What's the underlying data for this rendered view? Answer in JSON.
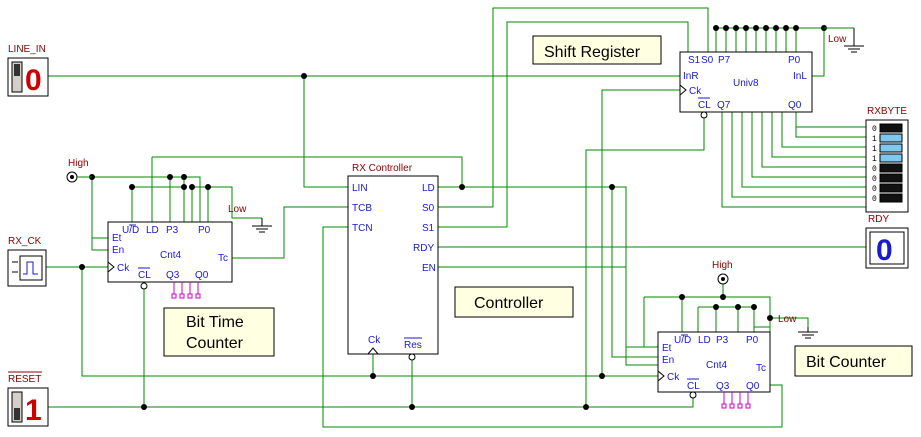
{
  "colors": {
    "wire": "#008800",
    "pin_label": "#1a1acc",
    "net_label": "#8b0000",
    "switch_digit": "#cc0000",
    "display_digit": "#1a1acc",
    "note_bg": "#ffffe1",
    "probe": "#cc00cc"
  },
  "inputs": {
    "line_in": {
      "label": "LINE_IN",
      "value": "0"
    },
    "rx_ck": {
      "label": "RX_CK"
    },
    "reset": {
      "label": "RESET",
      "value": "1"
    }
  },
  "notes": {
    "shift_register": "Shift Register",
    "controller": "Controller",
    "bit_time_counter_1": "Bit Time",
    "bit_time_counter_2": "Counter",
    "bit_counter": "Bit Counter"
  },
  "shift_register": {
    "name": "Univ8",
    "pins": {
      "s1": "S1",
      "s0": "S0",
      "p7": "P7",
      "p0_top": "P0",
      "inr": "InR",
      "inl": "InL",
      "ck": "Ck",
      "cl": "CL",
      "q7": "Q7",
      "q0": "Q0"
    }
  },
  "controller": {
    "title": "RX Controller",
    "pins": {
      "lin": "LIN",
      "tcb": "TCB",
      "tcn": "TCN",
      "ld": "LD",
      "s0": "S0",
      "s1": "S1",
      "rdy": "RDY",
      "en": "EN",
      "ck": "Ck",
      "res": "Res"
    }
  },
  "bit_time_counter": {
    "name": "Cnt4",
    "pins": {
      "ud": "U/D",
      "ld": "LD",
      "p3": "P3",
      "p0": "P0",
      "et": "Et",
      "en": "En",
      "ck": "Ck",
      "tc": "Tc",
      "cl": "CL",
      "q3": "Q3",
      "q0": "Q0"
    }
  },
  "bit_counter": {
    "name": "Cnt4",
    "pins": {
      "ud": "U/D",
      "ld": "LD",
      "p3": "P3",
      "p0": "P0",
      "et": "Et",
      "en": "En",
      "ck": "Ck",
      "tc": "Tc",
      "cl": "CL",
      "q3": "Q3",
      "q0": "Q0"
    }
  },
  "levels": {
    "high_1": "High",
    "high_2": "High",
    "low_1": "Low",
    "low_2": "Low",
    "low_3": "Low"
  },
  "outputs": {
    "rxbyte": {
      "label": "RXBYTE",
      "bits": [
        "0",
        "1",
        "1",
        "1",
        "0",
        "0",
        "0",
        "0"
      ]
    },
    "rdy": {
      "label": "RDY",
      "value": "0"
    }
  }
}
